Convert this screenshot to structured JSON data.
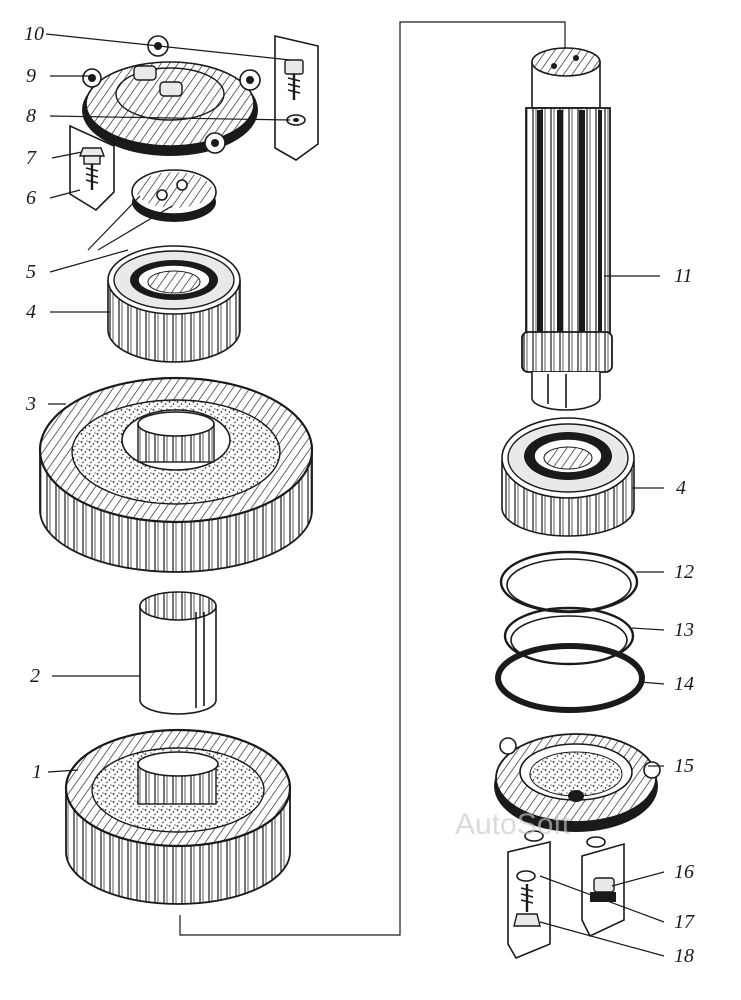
{
  "labels": {
    "1": "1",
    "2": "2",
    "3": "3",
    "4": "4",
    "4b": "4",
    "5": "5",
    "6": "6",
    "7": "7",
    "8": "8",
    "9": "9",
    "10": "10",
    "11": "11",
    "12": "12",
    "13": "13",
    "14": "14",
    "15": "15",
    "16": "16",
    "17": "17",
    "18": "18"
  },
  "watermark": "AutoSoft"
}
